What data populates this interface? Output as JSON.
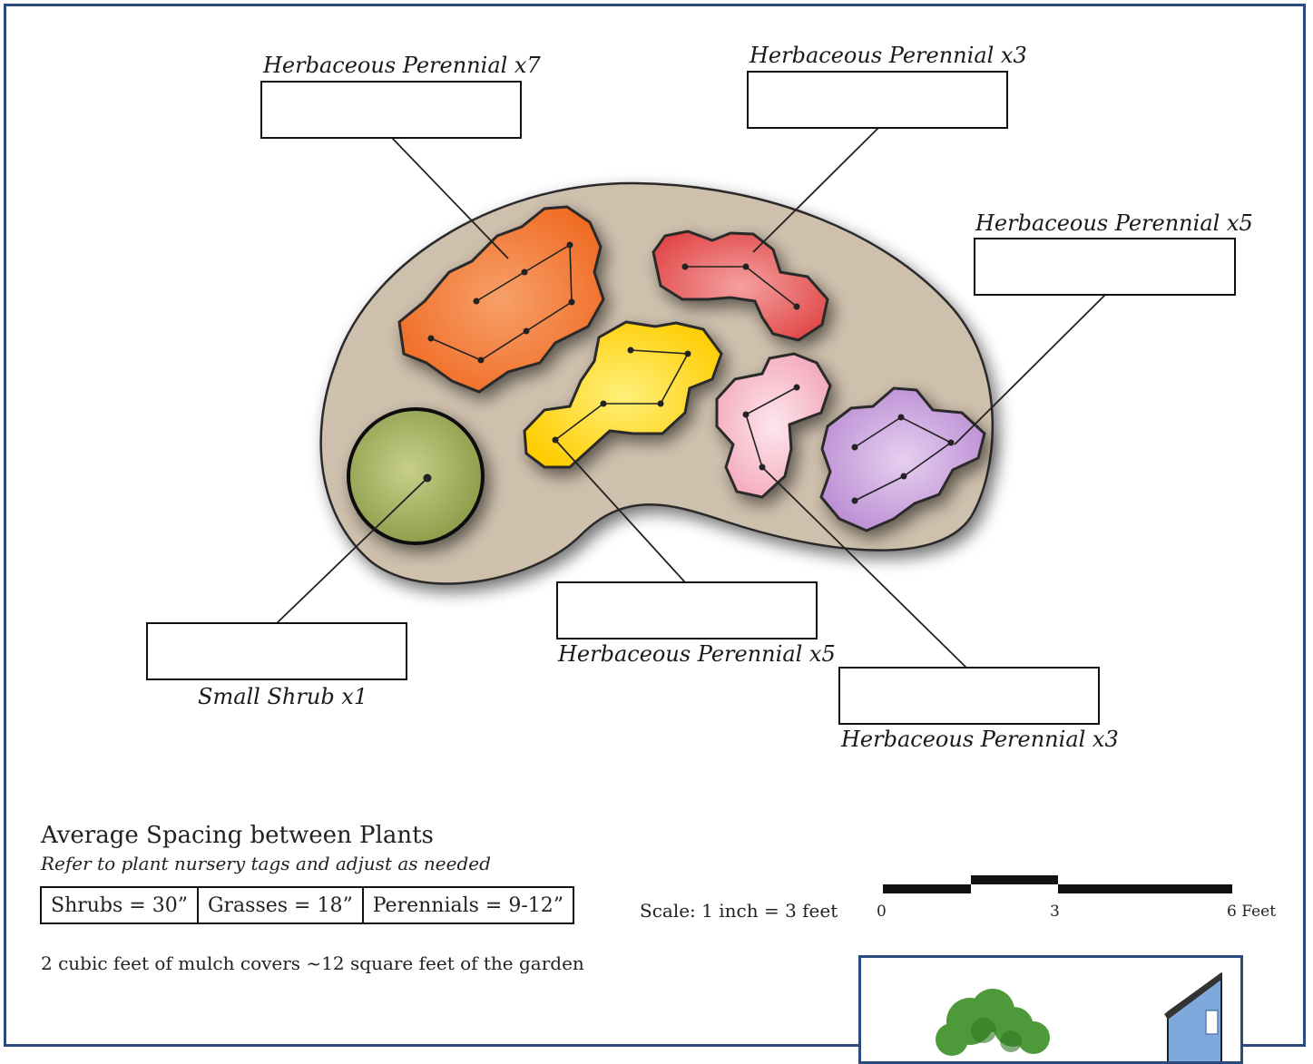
{
  "colors": {
    "frame": "#2b4a7e",
    "bed": "#cfc0ad",
    "shrub": "#9aa85a",
    "orange": "#f27a35",
    "red": "#e65a5a",
    "yellow": "#ffd21a",
    "pink": "#f6b4c4",
    "purple": "#c9a0dc"
  },
  "labels": {
    "orange_group": "Herbaceous Perennial x7",
    "red_group": "Herbaceous Perennial x3",
    "purple_group": "Herbaceous Perennial x5",
    "shrub": "Small Shrub x1",
    "yellow_group": "Herbaceous Perennial x5",
    "pink_group": "Herbaceous Perennial x3"
  },
  "spacing": {
    "title": "Average Spacing between Plants",
    "subtitle": "Refer to plant nursery tags and adjust as needed",
    "cells": [
      "Shrubs = 30”",
      "Grasses = 18”",
      "Perennials = 9-12”"
    ]
  },
  "mulch_note": "2 cubic feet of mulch covers ~12 square feet of the garden",
  "scale": {
    "text": "Scale: 1 inch = 3 feet",
    "ticks": [
      "0",
      "3",
      "6 Feet"
    ]
  },
  "icons": {
    "inset": "house-and-tree-illustration"
  }
}
